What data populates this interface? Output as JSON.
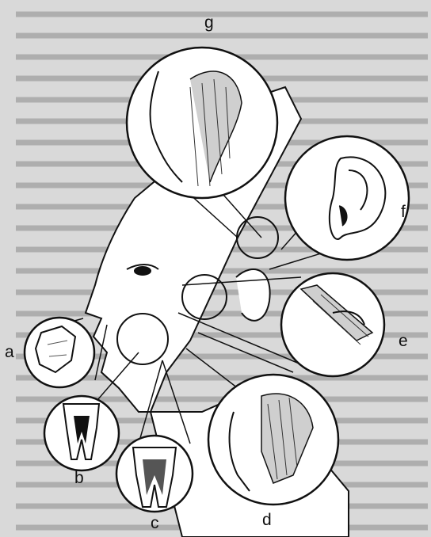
{
  "figure": {
    "labels": {
      "g": "g",
      "f": "f",
      "e": "e",
      "a": "a",
      "b": "b",
      "c": "c",
      "d": "d"
    },
    "colors": {
      "page": "#d9d9d9",
      "ink": "#111111",
      "inset_fill": "#ffffff",
      "text_lines": "#8c8c8c"
    }
  }
}
